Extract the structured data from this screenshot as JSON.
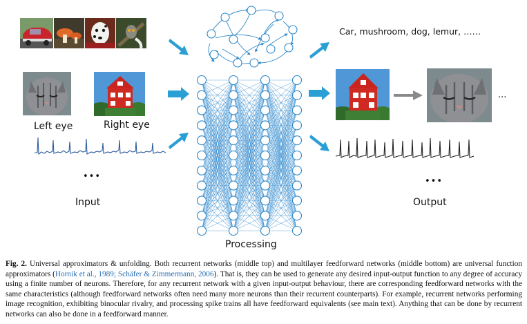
{
  "figure": {
    "input_labels": {
      "left_eye": "Left eye",
      "right_eye": "Right eye",
      "dots": "•••",
      "input": "Input"
    },
    "processing_label": "Processing",
    "output_labels": {
      "classes": "Car, mushroom, dog, lemur, ……",
      "ellipsis": "...",
      "dots": "•••",
      "output": "Output"
    },
    "colors": {
      "arrow": "#2a9fd6",
      "node_stroke": "#2a86c8",
      "edge": "#3a8fd0",
      "spike_input": "#2d5b9a",
      "spike_output": "#222222",
      "gray_arrow": "#8a8a8a"
    },
    "thumbnails": [
      "car",
      "mushroom",
      "dog",
      "lemur"
    ],
    "photos": [
      "cat-photo",
      "red-house-photo"
    ]
  },
  "caption": {
    "fig_no": "Fig. 2.",
    "part1": " Universal approximators & unfolding. Both recurrent networks (middle top) and multilayer feedforward networks (middle bottom) are universal function approximators (",
    "cite": "Hornik et al., 1989; Schäfer & Zimmermann, 2006",
    "part2": "). That is, they can be used to generate any desired input-output function to any degree of accuracy using a finite number of neurons. Therefore, for any recurrent network with a given input-output behaviour, there are corresponding feedforward networks with the same characteristics (although feedforward networks often need many more neurons than their recurrent counterparts). For example, recurrent networks performing image recognition, exhibiting binocular rivalry, and processing spike trains all have feedforward equivalents (see main text). Anything that can be done by recurrent networks can also be done in a feedforward manner."
  }
}
